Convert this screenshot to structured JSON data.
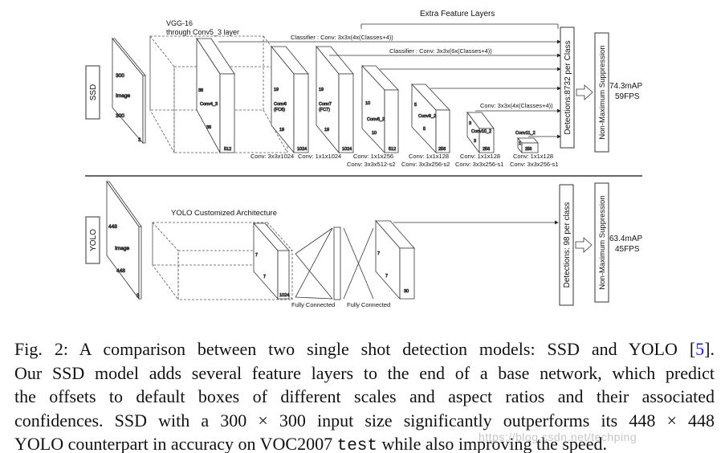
{
  "ssd": {
    "label": "SSD",
    "input": {
      "top": "300",
      "name": "Image",
      "bottom": "300",
      "depth": "3"
    },
    "vgg_label_1": "VGG-16",
    "vgg_label_2": "through Conv5_3 layer",
    "conv4_3": {
      "name": "Conv4_3",
      "dim1": "38",
      "dim2": "38",
      "depth": "512"
    },
    "conv6": {
      "name1": "Conv6",
      "name2": "(FC6)",
      "dim1": "19",
      "dim2": "19",
      "depth": "1024"
    },
    "conv7": {
      "name1": "Conv7",
      "name2": "(FC7)",
      "dim1": "19",
      "dim2": "19",
      "depth": "1024"
    },
    "conv8_2": {
      "name": "Conv8_2",
      "dim1": "10",
      "dim2": "10",
      "depth": "512"
    },
    "conv9_2": {
      "name": "Conv9_2",
      "dim1": "5",
      "dim2": "5",
      "depth": "256"
    },
    "conv10_2": {
      "name": "Conv10_2",
      "dim1": "3",
      "dim2": "3",
      "depth": "256"
    },
    "conv11_2": {
      "name": "Conv11_2",
      "dim1": "1",
      "depth": "256"
    },
    "extra_feature_layers": "Extra Feature Layers",
    "classifier_1": "Classifier : Conv: 3x3x(4x(Classes+4))",
    "classifier_2": "Classifier : Conv: 3x3x(6x(Classes+4))",
    "classifier_3": "Conv: 3x3x(4x(Classes+4))",
    "conv_labels": {
      "c6": "Conv: 3x3x1024",
      "c7": "Conv: 1x1x1024",
      "c8a": "Conv: 1x1x256",
      "c8b": "Conv:  3x3x512-s2",
      "c9a": "Conv: 1x1x128",
      "c9b": "Conv: 3x3x256-s2",
      "c10a": "Conv: 1x1x128",
      "c10b": "Conv: 3x3x256-s1",
      "c11a": "Conv: 1x1x128",
      "c11b": "Conv: 3x3x256-s1"
    },
    "detections": "Detections:8732 per Class",
    "nms": "Non-Maximum Suppression",
    "map": "74.3mAP",
    "fps": "59FPS"
  },
  "yolo": {
    "label": "YOLO",
    "input": {
      "top": "448",
      "name": "Image",
      "bottom": "448",
      "depth": "3"
    },
    "arch_label": "YOLO Customized Architecture",
    "block": {
      "dim1": "7",
      "dim2": "7",
      "depth": "1024"
    },
    "fc1": "Fully Connected",
    "fc2": "Fully Connected",
    "out": {
      "dim1": "7",
      "dim2": "7",
      "depth": "30"
    },
    "detections": "Detections: 98 per class",
    "nms": "Non-Maximum Suppression",
    "map": "63.4mAP",
    "fps": "45FPS"
  },
  "caption": {
    "line1_a": "Fig. 2: A comparison between two single shot detection models: SSD and YOLO [",
    "line1_cite": "5",
    "line1_b": "].",
    "line2": "Our SSD model adds several feature layers to the end of a base network, which predict",
    "line3": "the offsets to default boxes of different scales and aspect ratios and their associated",
    "line4": "confidences. SSD with a 300 × 300 input size significantly outperforms its 448 × 448",
    "line5_a": "YOLO counterpart in accuracy on VOC2007 ",
    "line5_mono": "test",
    "line5_b": " while also improving the speed."
  },
  "watermark": "https://blog.csdn.net/techping"
}
